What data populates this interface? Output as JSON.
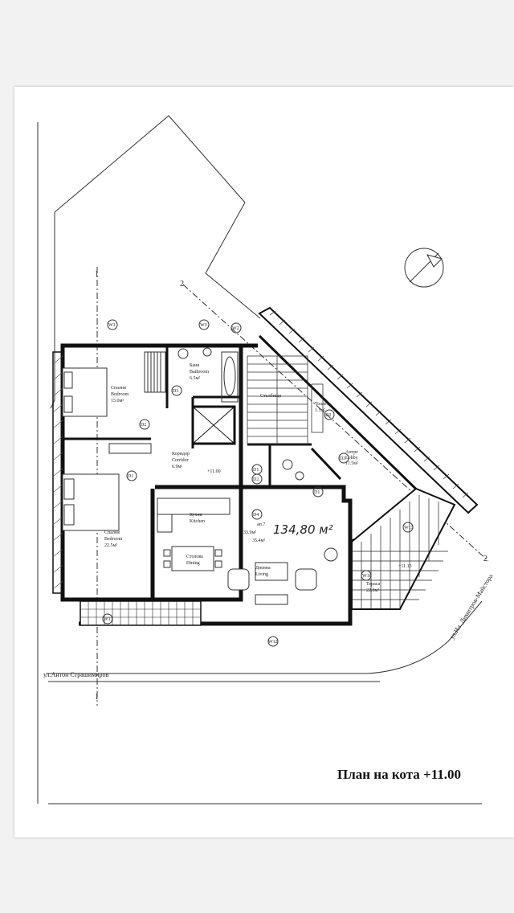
{
  "plan_title": "План на кота +11.00",
  "handwritten_area": "134,80 м²",
  "street_bottom": "ул.Антон Страшимиров",
  "street_right": "ул.Ил. Димитров-Майстора",
  "axis_labels": {
    "a1": "1",
    "a2": "2",
    "a3": "2",
    "a4": "1"
  },
  "window_tags": [
    "W1",
    "W3",
    "W2",
    "W12",
    "W13",
    "W18",
    "W13"
  ],
  "door_tags": [
    "D2",
    "D3",
    "D1",
    "D1",
    "D2",
    "D4",
    "D2",
    "D3",
    "D1"
  ],
  "rooms": [
    {
      "key": "bedroom1",
      "bg": "Спалня",
      "en": "Bedroom",
      "area": "15.0м²"
    },
    {
      "key": "bath",
      "bg": "Баня",
      "en": "Bathroom",
      "area": "6.5м²"
    },
    {
      "key": "stair",
      "bg": "Стълбище",
      "en": "",
      "area": ""
    },
    {
      "key": "wc",
      "bg": "Тоалет",
      "en": "",
      "area": "1.5м²"
    },
    {
      "key": "ante",
      "bg": "Антре",
      "en": "Lobby",
      "area": "11.5м²"
    },
    {
      "key": "corridor",
      "bg": "Коридор",
      "en": "Corridor",
      "area": "6.9м²"
    },
    {
      "key": "bedroom2",
      "bg": "Спалня",
      "en": "Bedroom",
      "area": "22.5м²"
    },
    {
      "key": "kitchen",
      "bg": "Кухня",
      "en": "Kitchen",
      "area": ""
    },
    {
      "key": "dining",
      "bg": "Столова",
      "en": "Dining",
      "area": ""
    },
    {
      "key": "living",
      "bg": "Дневна",
      "en": "Living",
      "area": "35.4м²"
    },
    {
      "key": "terrace",
      "bg": "Тераса",
      "en": "",
      "area": "22.8м²"
    }
  ],
  "apartment": {
    "label": "ап.7",
    "area": "133.9м²"
  },
  "levels": {
    "corridor": "+11.00",
    "terrace": "+11.15"
  }
}
